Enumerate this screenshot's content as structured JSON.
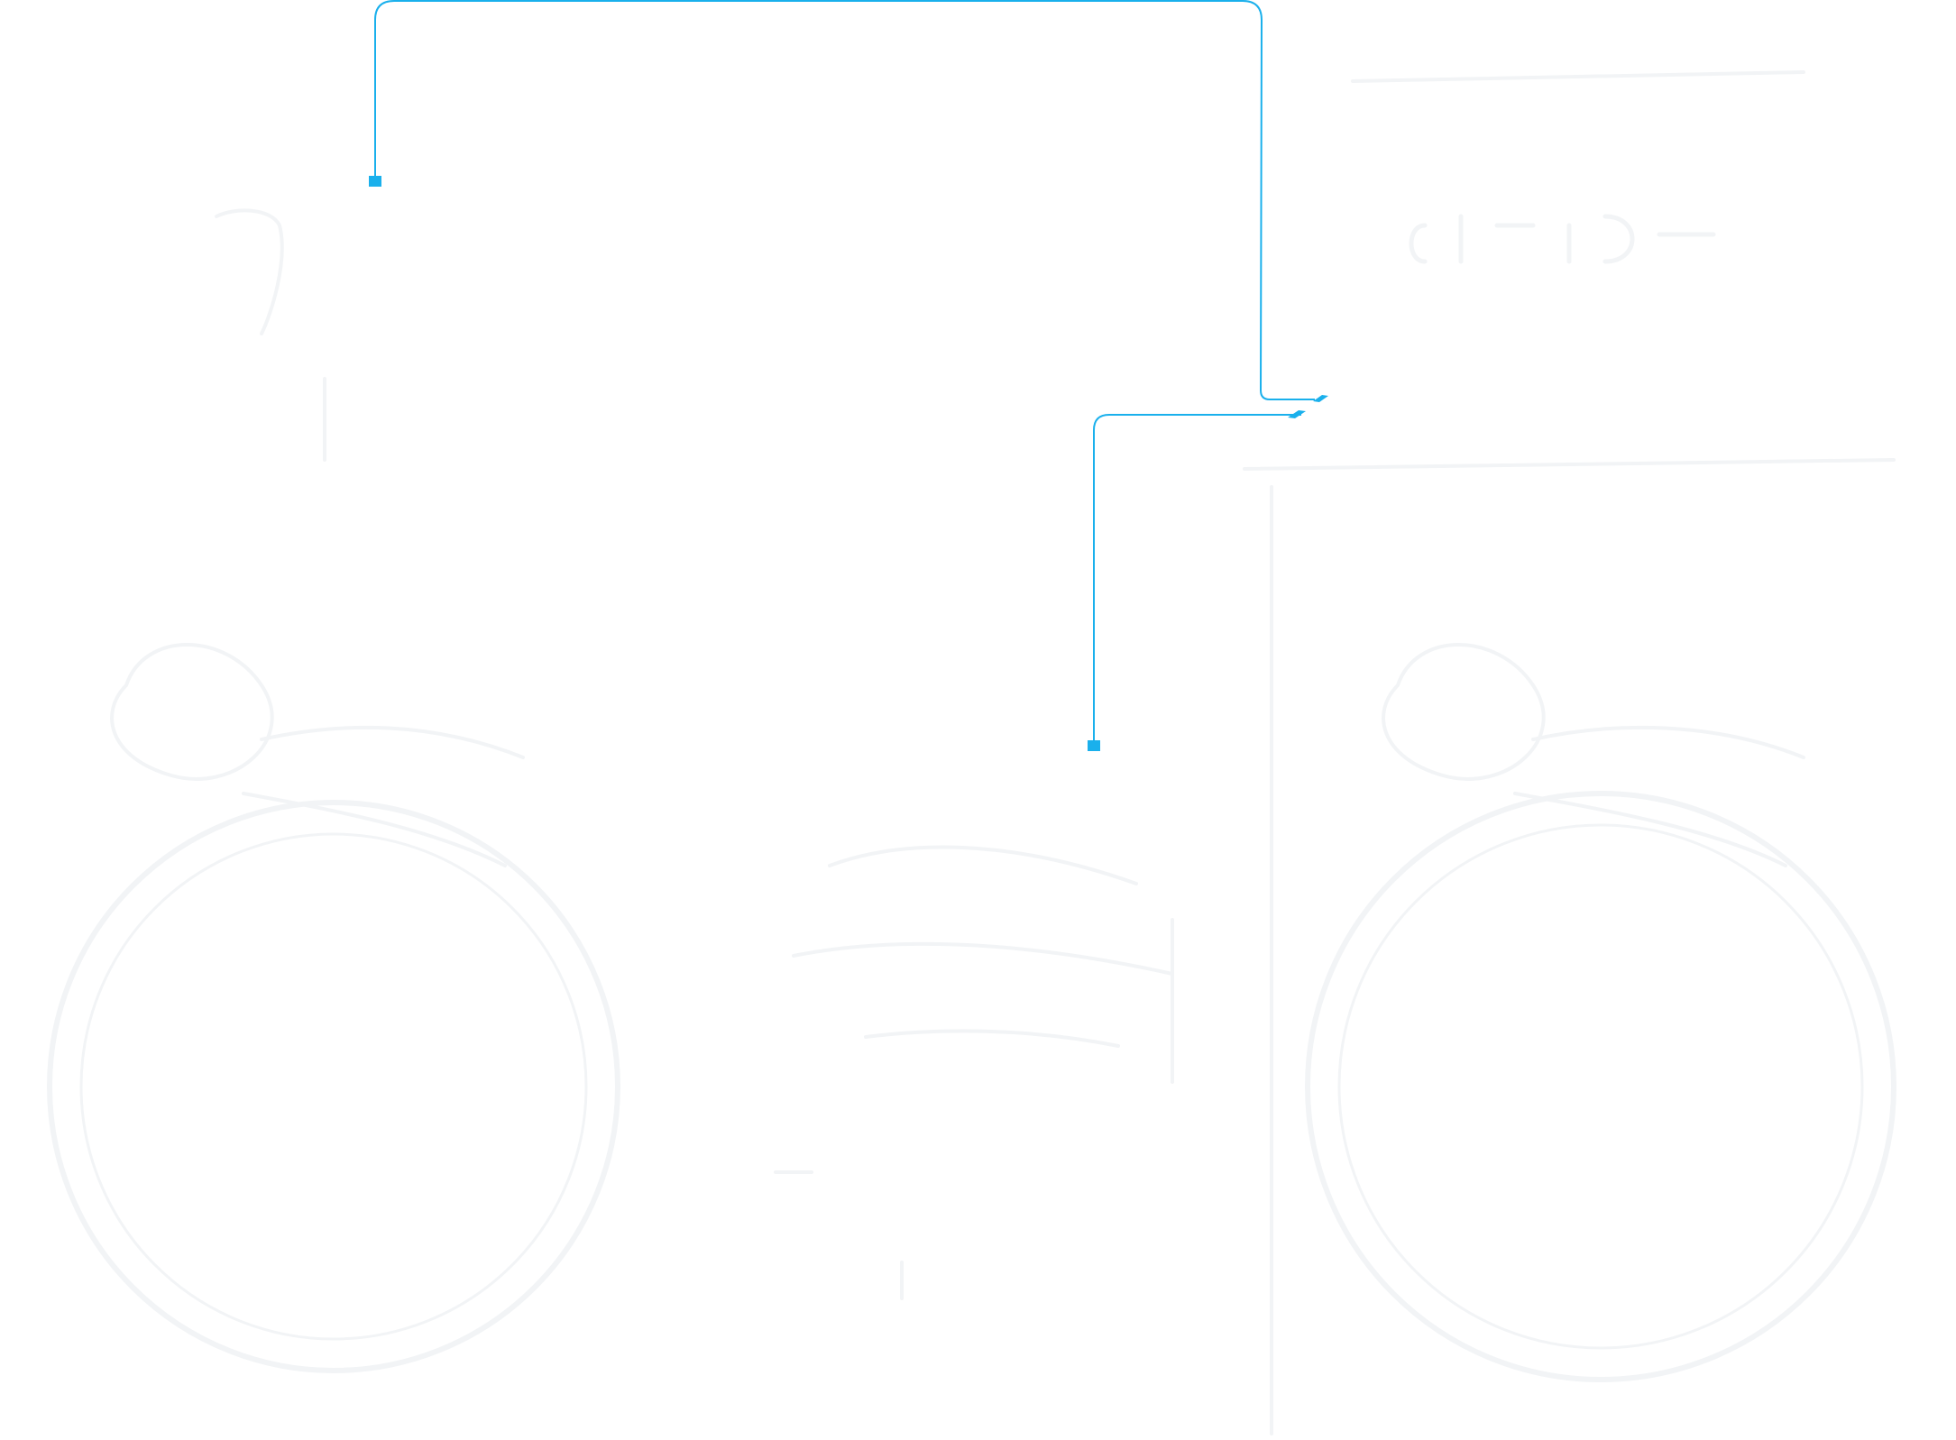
{
  "colors": {
    "background": "#ffffff",
    "ghost": "#f2f4f6",
    "connector": "#1ab0ec"
  },
  "connectors": [
    {
      "from": "upper-left-anchor",
      "to": "right-panel-tip"
    },
    {
      "from": "middle-anchor",
      "to": "right-panel-tip-lower"
    }
  ]
}
